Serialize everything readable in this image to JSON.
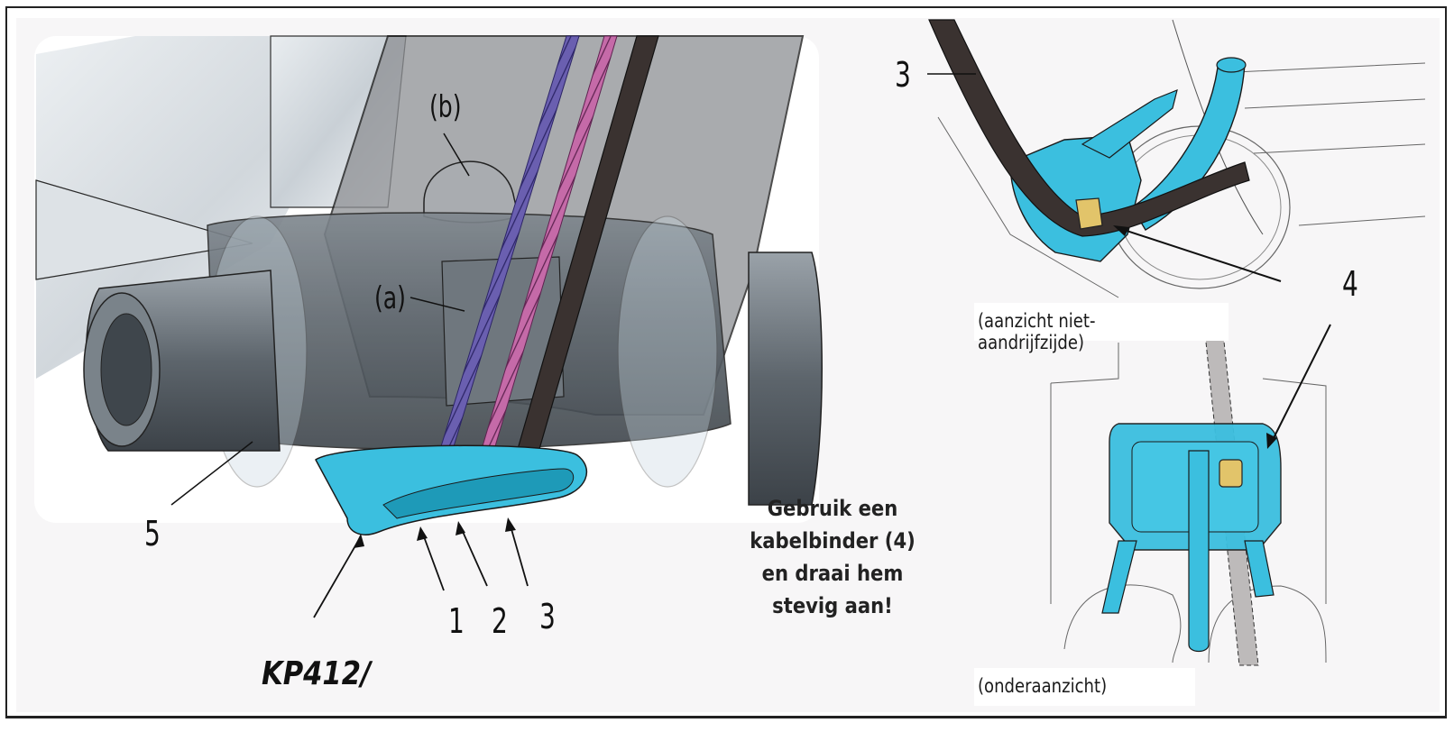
{
  "main_view": {
    "labels": {
      "hole_b": "(b)",
      "hole_a": "(a)",
      "part_5": "5",
      "cable_1": "1",
      "cable_2": "2",
      "cable_3": "3",
      "part_code": "KP412/"
    }
  },
  "instruction": {
    "lines": [
      "Gebruik een",
      "kabelbinder (4)",
      "en draai hem",
      "stevig aan!"
    ]
  },
  "side_view": {
    "label_3": "3",
    "label_4": "4",
    "caption": "(aanzicht niet-aandrijfzijde)"
  },
  "bottom_view": {
    "caption": "(onderaanzicht)"
  },
  "colors": {
    "guide_blue": "#3bbfdf",
    "guide_blue_dark": "#1e9ab8",
    "cable_purple": "#6a5fb0",
    "cable_pink": "#c56aa8",
    "hose_dark": "#3a3230",
    "zip_tie_gold": "#e2c46a",
    "frame_gray": "#6d767d",
    "background": "#f7f6f7"
  }
}
